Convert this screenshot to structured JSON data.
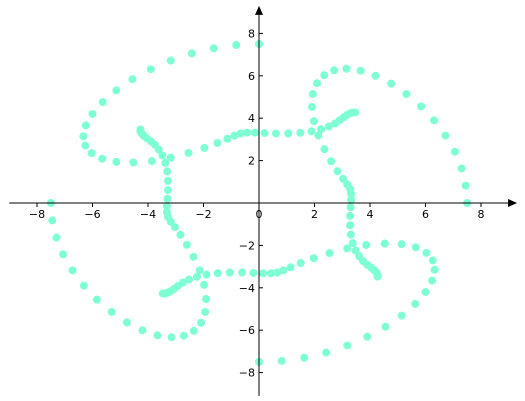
{
  "chart_data": {
    "type": "scatter",
    "title": "",
    "xlabel": "",
    "ylabel": "",
    "xlim": [
      -9,
      9.3
    ],
    "ylim": [
      -9.1,
      9.3
    ],
    "grid": false,
    "axes_through_origin": true,
    "marker_color": "#7fffd4",
    "x_ticks": [
      -8,
      -6,
      -4,
      -2,
      0,
      2,
      4,
      6,
      8
    ],
    "y_ticks": [
      -8,
      -6,
      -4,
      -2,
      0,
      2,
      4,
      6,
      8
    ],
    "x_tick_labels": [
      "−8",
      "−6",
      "−4",
      "−2",
      "0",
      "2",
      "4",
      "6",
      "8"
    ],
    "y_tick_labels": [
      "−8",
      "−6",
      "−4",
      "−2",
      "0",
      "2",
      "4",
      "6",
      "8"
    ],
    "series": [
      {
        "points": [
          [
            7.5,
            0.0
          ],
          [
            7.45,
            0.82
          ],
          [
            7.3,
            1.63
          ],
          [
            7.06,
            2.42
          ],
          [
            6.72,
            3.18
          ],
          [
            6.31,
            3.9
          ],
          [
            5.84,
            4.56
          ],
          [
            5.31,
            5.14
          ],
          [
            4.76,
            5.63
          ],
          [
            4.2,
            6.0
          ],
          [
            3.66,
            6.24
          ],
          [
            3.15,
            6.33
          ],
          [
            2.71,
            6.26
          ],
          [
            2.35,
            6.03
          ],
          [
            2.09,
            5.65
          ],
          [
            1.94,
            5.14
          ],
          [
            1.91,
            4.53
          ],
          [
            1.98,
            3.86
          ],
          [
            2.14,
            3.18
          ],
          [
            2.36,
            2.54
          ],
          [
            2.6,
            1.97
          ],
          [
            2.83,
            1.5
          ],
          [
            3.03,
            1.14
          ],
          [
            3.18,
            0.88
          ],
          [
            3.28,
            0.66
          ],
          [
            3.32,
            0.43
          ],
          [
            3.32,
            0.15
          ],
          [
            3.3,
            -0.2
          ],
          [
            3.28,
            -0.61
          ],
          [
            3.28,
            -1.05
          ],
          [
            3.31,
            -1.49
          ],
          [
            3.38,
            -1.89
          ],
          [
            3.48,
            -2.24
          ],
          [
            3.61,
            -2.52
          ],
          [
            3.75,
            -2.74
          ],
          [
            3.9,
            -2.91
          ],
          [
            4.04,
            -3.05
          ],
          [
            4.15,
            -3.17
          ],
          [
            4.23,
            -3.28
          ],
          [
            4.27,
            -3.38
          ],
          [
            4.27,
            -3.47
          ],
          [
            0.0,
            7.5
          ],
          [
            -0.82,
            7.45
          ],
          [
            -1.63,
            7.3
          ],
          [
            -2.42,
            7.06
          ],
          [
            -3.18,
            6.72
          ],
          [
            -3.9,
            6.31
          ],
          [
            -4.56,
            5.84
          ],
          [
            -5.14,
            5.31
          ],
          [
            -5.63,
            4.76
          ],
          [
            -6.0,
            4.2
          ],
          [
            -6.24,
            3.66
          ],
          [
            -6.33,
            3.15
          ],
          [
            -6.26,
            2.71
          ],
          [
            -6.03,
            2.35
          ],
          [
            -5.65,
            2.09
          ],
          [
            -5.14,
            1.94
          ],
          [
            -4.53,
            1.91
          ],
          [
            -3.86,
            1.98
          ],
          [
            -3.18,
            2.14
          ],
          [
            -2.54,
            2.36
          ],
          [
            -1.97,
            2.6
          ],
          [
            -1.5,
            2.83
          ],
          [
            -1.14,
            3.03
          ],
          [
            -0.88,
            3.18
          ],
          [
            -0.66,
            3.28
          ],
          [
            -0.43,
            3.32
          ],
          [
            -0.15,
            3.32
          ],
          [
            0.2,
            3.3
          ],
          [
            0.61,
            3.28
          ],
          [
            1.05,
            3.28
          ],
          [
            1.49,
            3.31
          ],
          [
            1.89,
            3.38
          ],
          [
            2.24,
            3.48
          ],
          [
            2.52,
            3.61
          ],
          [
            2.74,
            3.75
          ],
          [
            2.91,
            3.9
          ],
          [
            3.05,
            4.04
          ],
          [
            3.17,
            4.15
          ],
          [
            3.28,
            4.23
          ],
          [
            3.38,
            4.27
          ],
          [
            3.47,
            4.27
          ],
          [
            -7.5,
            0.0
          ],
          [
            -7.45,
            -0.82
          ],
          [
            -7.3,
            -1.63
          ],
          [
            -7.06,
            -2.42
          ],
          [
            -6.72,
            -3.18
          ],
          [
            -6.31,
            -3.9
          ],
          [
            -5.84,
            -4.56
          ],
          [
            -5.31,
            -5.14
          ],
          [
            -4.76,
            -5.63
          ],
          [
            -4.2,
            -6.0
          ],
          [
            -3.66,
            -6.24
          ],
          [
            -3.15,
            -6.33
          ],
          [
            -2.71,
            -6.26
          ],
          [
            -2.35,
            -6.03
          ],
          [
            -2.09,
            -5.65
          ],
          [
            -1.94,
            -5.14
          ],
          [
            -1.91,
            -4.53
          ],
          [
            -1.98,
            -3.86
          ],
          [
            -2.14,
            -3.18
          ],
          [
            -2.36,
            -2.54
          ],
          [
            -2.6,
            -1.97
          ],
          [
            -2.83,
            -1.5
          ],
          [
            -3.03,
            -1.14
          ],
          [
            -3.18,
            -0.88
          ],
          [
            -3.28,
            -0.66
          ],
          [
            -3.32,
            -0.43
          ],
          [
            -3.32,
            -0.15
          ],
          [
            -3.3,
            0.2
          ],
          [
            -3.28,
            0.61
          ],
          [
            -3.28,
            1.05
          ],
          [
            -3.31,
            1.49
          ],
          [
            -3.38,
            1.89
          ],
          [
            -3.48,
            2.24
          ],
          [
            -3.61,
            2.52
          ],
          [
            -3.75,
            2.74
          ],
          [
            -3.9,
            2.91
          ],
          [
            -4.04,
            3.05
          ],
          [
            -4.15,
            3.17
          ],
          [
            -4.23,
            3.28
          ],
          [
            -4.27,
            3.38
          ],
          [
            -4.27,
            3.47
          ],
          [
            0.0,
            -7.5
          ],
          [
            0.82,
            -7.45
          ],
          [
            1.63,
            -7.3
          ],
          [
            2.42,
            -7.06
          ],
          [
            3.18,
            -6.72
          ],
          [
            3.9,
            -6.31
          ],
          [
            4.56,
            -5.84
          ],
          [
            5.14,
            -5.31
          ],
          [
            5.63,
            -4.76
          ],
          [
            6.0,
            -4.2
          ],
          [
            6.24,
            -3.66
          ],
          [
            6.33,
            -3.15
          ],
          [
            6.26,
            -2.71
          ],
          [
            6.03,
            -2.35
          ],
          [
            5.65,
            -2.09
          ],
          [
            5.14,
            -1.94
          ],
          [
            4.53,
            -1.91
          ],
          [
            3.86,
            -1.98
          ],
          [
            3.18,
            -2.14
          ],
          [
            2.54,
            -2.36
          ],
          [
            1.97,
            -2.6
          ],
          [
            1.5,
            -2.83
          ],
          [
            1.14,
            -3.03
          ],
          [
            0.88,
            -3.18
          ],
          [
            0.66,
            -3.28
          ],
          [
            0.43,
            -3.32
          ],
          [
            0.15,
            -3.32
          ],
          [
            -0.2,
            -3.3
          ],
          [
            -0.61,
            -3.28
          ],
          [
            -1.05,
            -3.28
          ],
          [
            -1.49,
            -3.31
          ],
          [
            -1.89,
            -3.38
          ],
          [
            -2.24,
            -3.48
          ],
          [
            -2.52,
            -3.61
          ],
          [
            -2.74,
            -3.75
          ],
          [
            -2.91,
            -3.9
          ],
          [
            -3.05,
            -4.04
          ],
          [
            -3.17,
            -4.15
          ],
          [
            -3.28,
            -4.23
          ],
          [
            -3.38,
            -4.27
          ],
          [
            -3.47,
            -4.27
          ]
        ]
      }
    ]
  }
}
